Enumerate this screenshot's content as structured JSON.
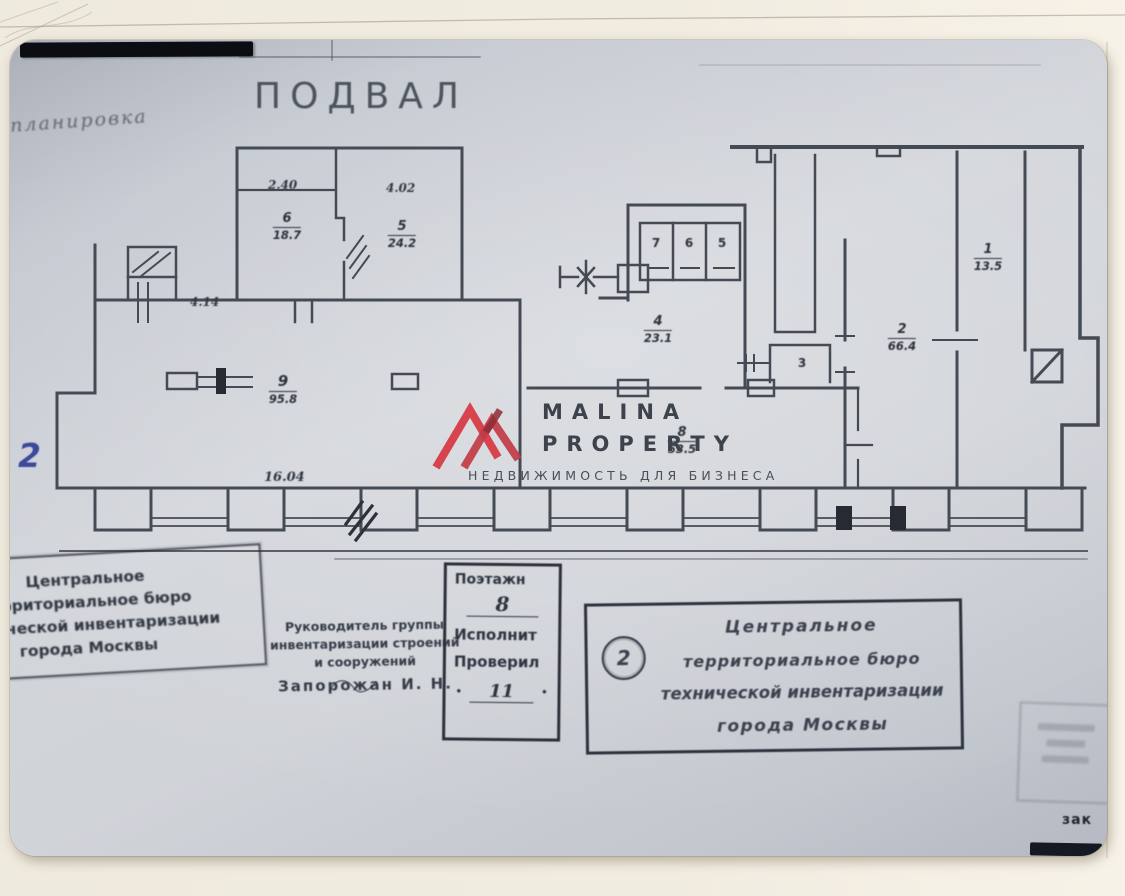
{
  "plan": {
    "title": "ПОДВАЛ",
    "top_note": "планировка",
    "margin_mark": "2",
    "corner_note": "зак",
    "ink_blue": "#3b4a9b",
    "watermark": {
      "line1": "MALINA",
      "line2": "PROPERTY",
      "tagline": "НЕДВИЖИМОСТЬ ДЛЯ БИЗНЕСА",
      "logo_color": "#d7444e"
    },
    "rooms": [
      {
        "num": "6",
        "area": "18.7"
      },
      {
        "num": "5",
        "area": "24.2"
      },
      {
        "num": "9",
        "area": "95.8"
      },
      {
        "num": "7"
      },
      {
        "num": "6"
      },
      {
        "num": "5"
      },
      {
        "num": "4",
        "area": "23.1"
      },
      {
        "num": "3"
      },
      {
        "num": "8",
        "area": "53.5"
      },
      {
        "num": "2",
        "area": "66.4"
      },
      {
        "num": "1",
        "area": "13.5"
      }
    ],
    "annotations": [
      {
        "text": "2.40"
      },
      {
        "text": "4.02"
      },
      {
        "text": "4.14"
      },
      {
        "text": "16.04"
      }
    ],
    "stamps": {
      "left": {
        "lines": [
          "Центральное",
          "территориальное бюро",
          "технической инвентаризации",
          "города Москвы"
        ]
      },
      "signature": {
        "lines": [
          "Руководитель группы",
          "инвентаризации строений",
          "и сооружений",
          "Запорожан И. Н."
        ]
      },
      "floor_box": {
        "header": "Поэтажн",
        "floor_value": "8",
        "executor_label": "Исполнит",
        "checker_label": "Проверил",
        "check_value": "11"
      },
      "right": {
        "number": "2",
        "lines": [
          "Центральное",
          "территориальное бюро",
          "технической инвентаризации",
          "города Москвы"
        ]
      }
    }
  }
}
